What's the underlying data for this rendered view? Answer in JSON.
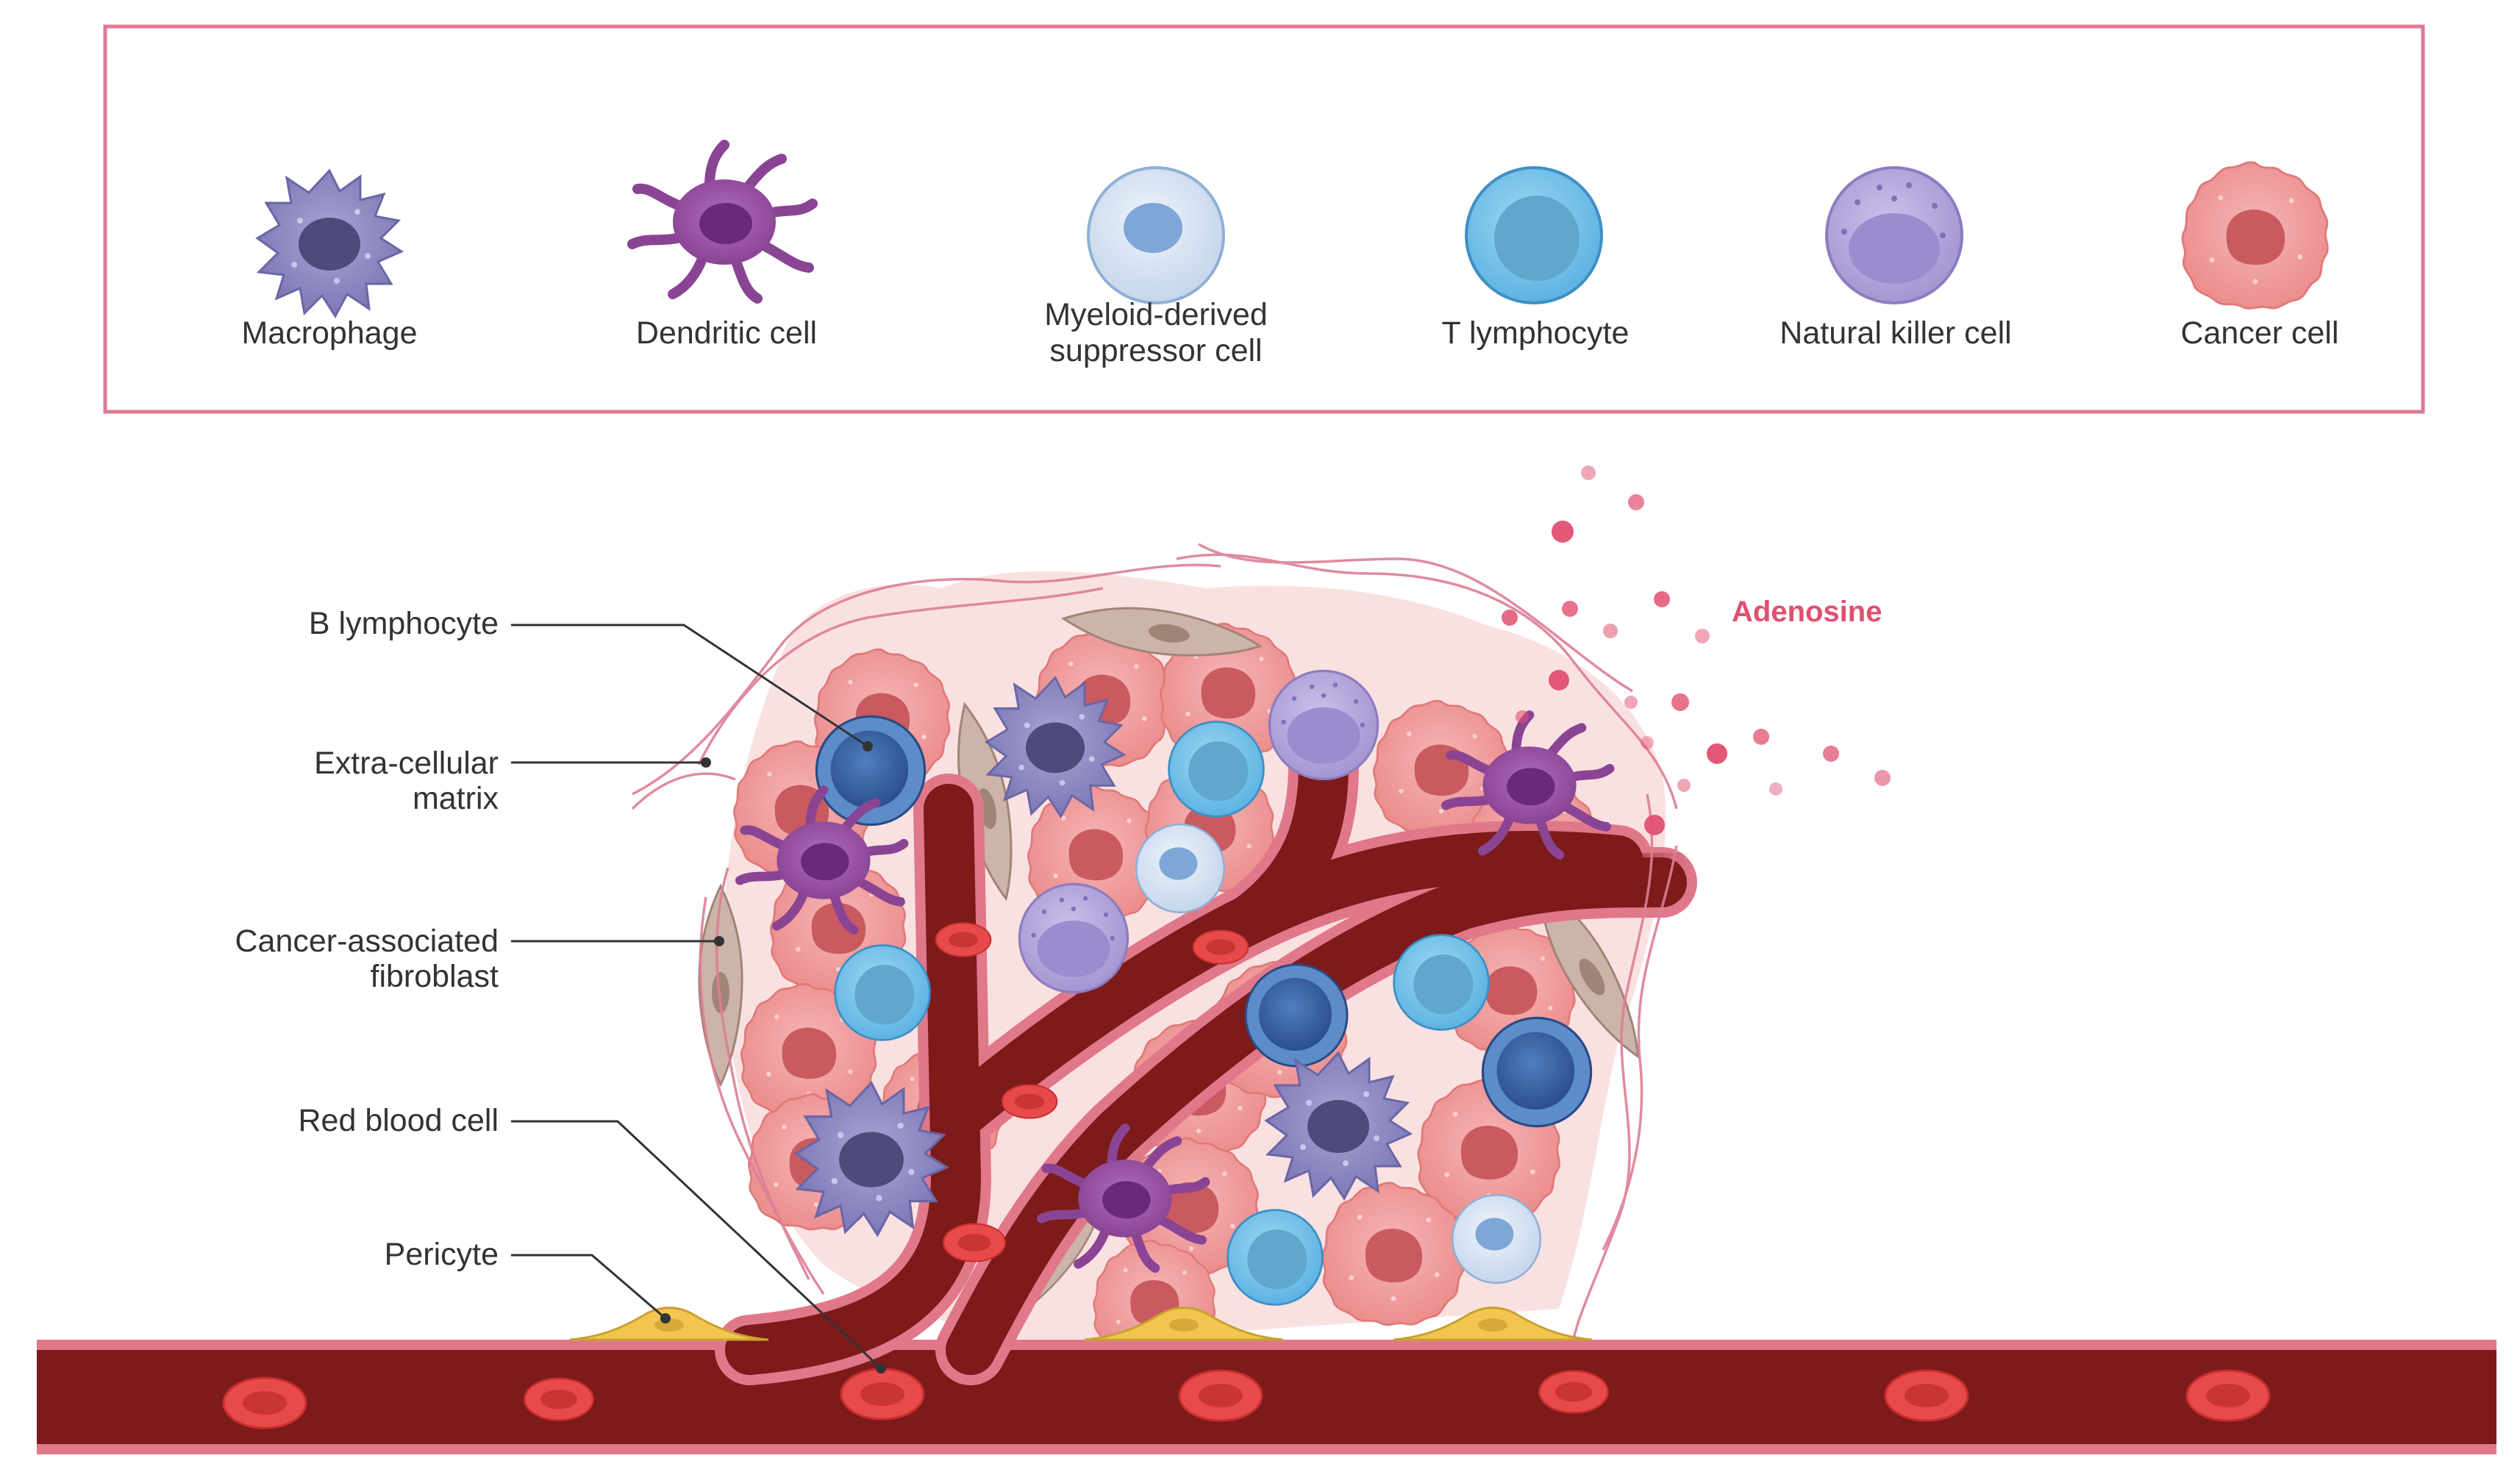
{
  "colors": {
    "frame": "#e07a92",
    "vessel_dark": "#7d1a1a",
    "vessel_wall": "#e0788a",
    "rbc": "#e34a4a",
    "adenosine": "#e05070",
    "macrophage": "#8a86bf",
    "dendritic": "#9450a0",
    "mdsc": "#d6e4f4",
    "t_cell": "#7ec7ea",
    "nk_cell": "#b9a8de",
    "cancer": "#f2a2a2",
    "b_cell": "#3d6aac",
    "fibroblast": "#c4aaa0",
    "pericyte": "#f0c74e"
  },
  "legend": {
    "items": [
      {
        "icon": "macrophage-icon",
        "label_lines": [
          "Macrophage"
        ]
      },
      {
        "icon": "dendritic-cell-icon",
        "label_lines": [
          "Dendritic cell"
        ]
      },
      {
        "icon": "myeloid-derived-suppressor-cell-icon",
        "label_lines": [
          "Myeloid-derived",
          "suppressor cell"
        ]
      },
      {
        "icon": "t-lymphocyte-icon",
        "label_lines": [
          "T lymphocyte"
        ]
      },
      {
        "icon": "natural-killer-cell-icon",
        "label_lines": [
          "Natural killer cell"
        ]
      },
      {
        "icon": "cancer-cell-icon",
        "label_lines": [
          "Cancer cell"
        ]
      }
    ]
  },
  "callouts": [
    {
      "label_lines": [
        "B lymphocyte"
      ]
    },
    {
      "label_lines": [
        "Extra-cellular",
        "matrix"
      ]
    },
    {
      "label_lines": [
        "Cancer-associated",
        "fibroblast"
      ]
    },
    {
      "label_lines": [
        "Red blood cell"
      ]
    },
    {
      "label_lines": [
        "Pericyte"
      ]
    }
  ],
  "adenosine_label": "Adenosine"
}
